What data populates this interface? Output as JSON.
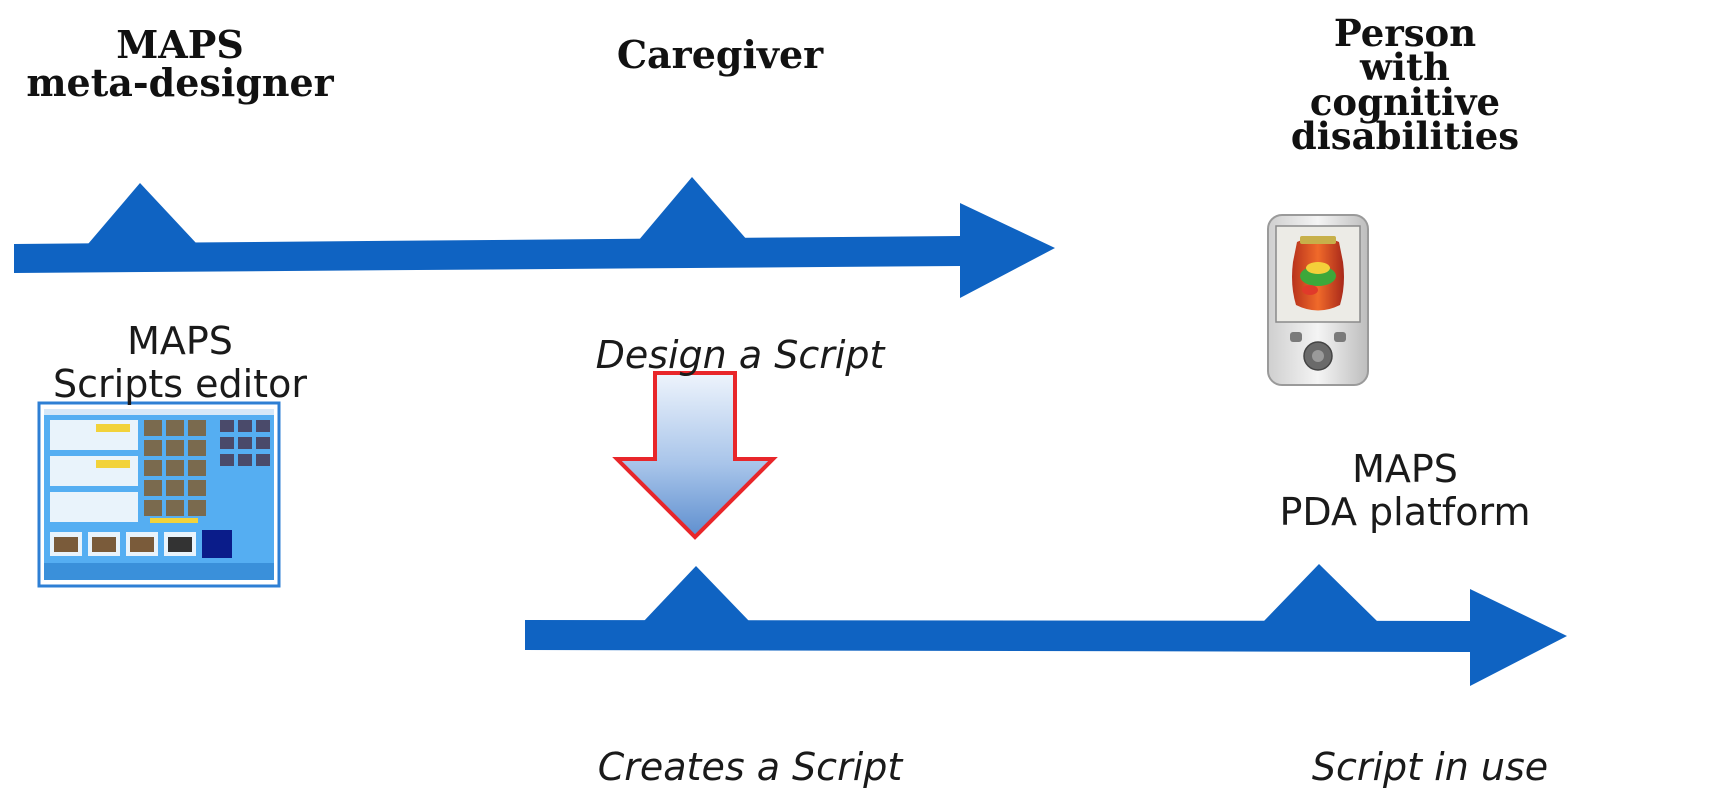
{
  "roles": {
    "meta_designer": [
      "MAPS",
      "meta-designer"
    ],
    "caregiver": [
      "Caregiver"
    ],
    "person": [
      "Person",
      "with",
      "cognitive",
      "disabilities"
    ]
  },
  "tools": {
    "scripts_editor": [
      "MAPS",
      "Scripts editor"
    ],
    "pda_platform": [
      "MAPS",
      "PDA platform"
    ]
  },
  "captions": {
    "design": "Design a Script",
    "creates": "Creates a Script",
    "in_use": "Script in use"
  },
  "colors": {
    "timeline_blue": "#0f63c2",
    "arrow_border_red": "#e8262a",
    "arrow_fill_top": "#eef4fc",
    "arrow_fill_bottom": "#5e8fcf",
    "screen_border": "#2e7fd4",
    "screen_bg": "#55aef2"
  },
  "icons": {
    "editor_thumbnail": "scripts-editor-screenshot",
    "pda": "pda-device"
  }
}
